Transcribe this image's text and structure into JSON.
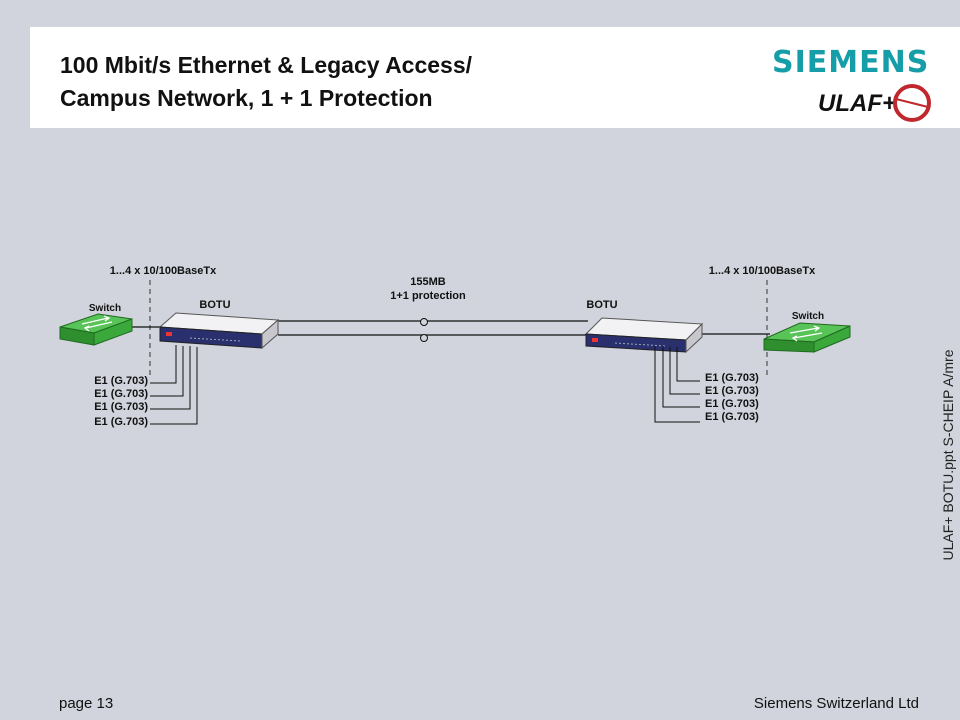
{
  "slide": {
    "title_line1": "100 Mbit/s Ethernet & Legacy Access/",
    "title_line2": "Campus Network, 1 + 1 Protection",
    "page": "page 13",
    "company": "Siemens Switzerland Ltd",
    "side_note": "ULAF+ BOTU.ppt  S-CHEIP A/mre"
  },
  "logos": {
    "siemens": "SIEMENS",
    "ulaf": "ULAF+"
  },
  "diagram": {
    "link_label_top": "155MB",
    "link_label_bottom": "1+1 protection",
    "left": {
      "ethernet_label": "1...4 x 10/100BaseTx",
      "switch_label": "Switch",
      "device_label": "BOTU",
      "e1_labels": [
        "E1 (G.703)",
        "E1 (G.703)",
        "E1 (G.703)",
        "E1 (G.703)"
      ]
    },
    "right": {
      "ethernet_label": "1...4 x 10/100BaseTx",
      "switch_label": "Switch",
      "device_label": "BOTU",
      "e1_labels": [
        "E1 (G.703)",
        "E1 (G.703)",
        "E1 (G.703)",
        "E1 (G.703)"
      ]
    }
  },
  "colors": {
    "background": "#d1d4dc",
    "siemens_teal": "#169ea8",
    "switch_green": "#3aa83a",
    "device_navy": "#2a2f6e",
    "ulaf_red": "#c0282d"
  }
}
